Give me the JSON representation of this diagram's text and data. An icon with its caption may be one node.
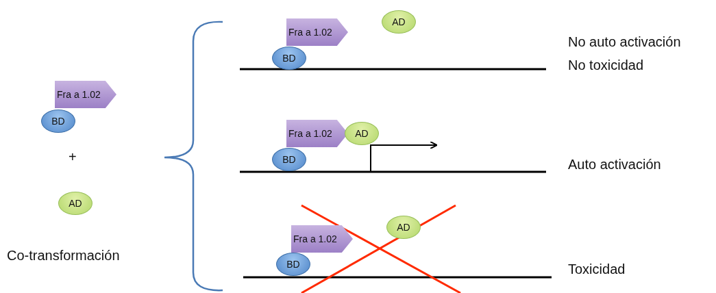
{
  "diagram": {
    "nodes": [
      {
        "text": [
          "Fra a 1.02"
        ]
      },
      {
        "text": [
          "BD"
        ]
      },
      {
        "text": [
          "AD"
        ]
      },
      {
        "text": [
          "Fra a 1.02"
        ]
      },
      {
        "text": [
          "AD"
        ]
      },
      {
        "text": [
          "BD"
        ]
      },
      {
        "text": [
          "Fra a 1.02"
        ]
      },
      {
        "text": [
          "AD"
        ]
      },
      {
        "text": [
          "BD"
        ]
      },
      {
        "text": [
          "AD"
        ]
      },
      {
        "text": [
          "Fra a 1.02"
        ]
      },
      {
        "text": [
          "BD"
        ]
      }
    ],
    "labels": [
      "+",
      "Co-transformación",
      "No auto activación",
      "No toxicidad",
      "Auto activación",
      "Toxicidad"
    ]
  }
}
